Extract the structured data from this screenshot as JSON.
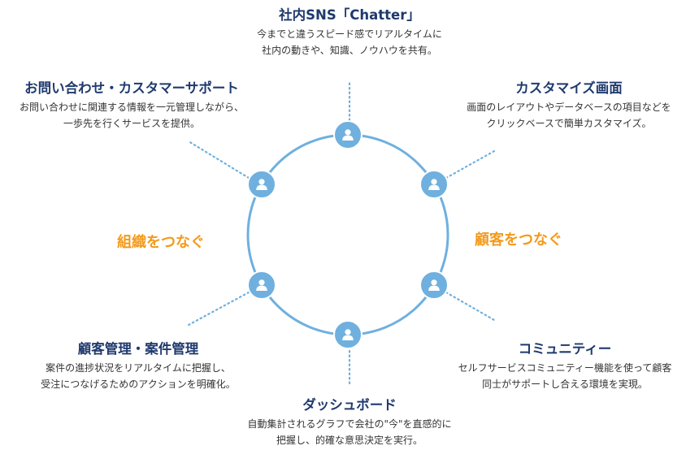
{
  "colors": {
    "ring": "#6fb0df",
    "node": "#6fb0df",
    "title": "#1f3a6e",
    "accent": "#f39a1c"
  },
  "center": {
    "left_label": "組織をつなぐ",
    "right_label": "顧客をつなぐ"
  },
  "nodes": [
    {
      "icon": "person-icon",
      "title": "社内SNS「Chatter」",
      "desc1": "今までと違うスピード感でリアルタイムに",
      "desc2": "社内の動きや、知識、ノウハウを共有。"
    },
    {
      "icon": "person-icon",
      "title": "カスタマイズ画面",
      "desc1": "画面のレイアウトやデータベースの項目などを",
      "desc2": "クリックベースで簡単カスタマイズ。"
    },
    {
      "icon": "person-icon",
      "title": "コミュニティー",
      "desc1": "セルフサービスコミュニティー機能を使って顧客",
      "desc2": "同士がサポートし合える環境を実現。"
    },
    {
      "icon": "person-icon",
      "title": "ダッシュボード",
      "desc1": "自動集計されるグラフで会社の\"今\"を直感的に",
      "desc2": "把握し、的確な意思決定を実行。"
    },
    {
      "icon": "person-icon",
      "title": "顧客管理・案件管理",
      "desc1": "案件の進捗状況をリアルタイムに把握し、",
      "desc2": "受注につなげるためのアクションを明確化。"
    },
    {
      "icon": "person-icon",
      "title": "お問い合わせ・カスタマーサポート",
      "desc1": "お問い合わせに関連する情報を一元管理しながら、",
      "desc2": "一歩先を行くサービスを提供。"
    }
  ]
}
